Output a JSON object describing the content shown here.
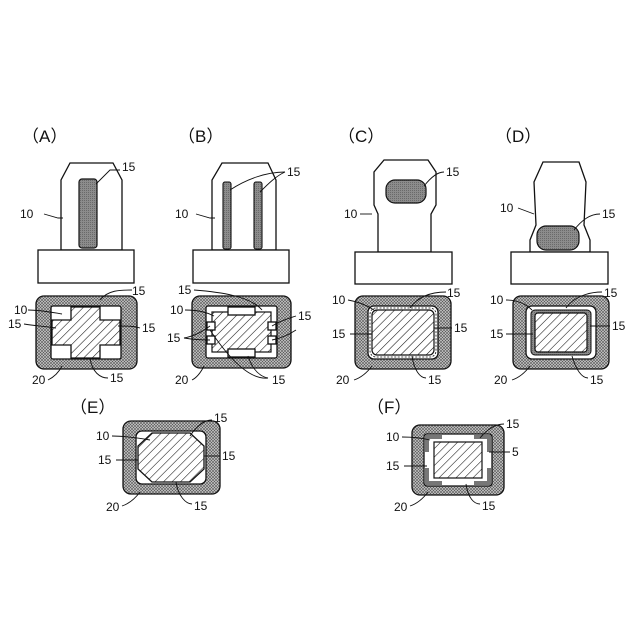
{
  "panels": {
    "A": {
      "title": "（A）",
      "top": {
        "l15": "15",
        "l10": "10"
      },
      "bottom": {
        "l15a": "15",
        "l15b": "15",
        "l15c": "15",
        "l15d": "15",
        "l10": "10",
        "l20": "20"
      }
    },
    "B": {
      "title": "（B）",
      "top": {
        "l15": "15",
        "l10": "10"
      },
      "bottom": {
        "l15a": "15",
        "l15b": "15",
        "l15c": "15",
        "l15d": "15",
        "l10": "10",
        "l20": "20"
      }
    },
    "C": {
      "title": "（C）",
      "top": {
        "l15": "15",
        "l10": "10"
      },
      "bottom": {
        "l15a": "15",
        "l15b": "15",
        "l15c": "15",
        "l15d": "15",
        "l10": "10",
        "l20": "20"
      }
    },
    "D": {
      "title": "（D）",
      "top": {
        "l15": "15",
        "l10": "10"
      },
      "bottom": {
        "l15a": "15",
        "l15b": "15",
        "l15c": "15",
        "l15d": "15",
        "l10": "10",
        "l20": "20"
      }
    },
    "E": {
      "title": "（E）",
      "bottom": {
        "l15a": "15",
        "l15b": "15",
        "l15c": "15",
        "l15d": "15",
        "l10": "10",
        "l20": "20"
      }
    },
    "F": {
      "title": "（F）",
      "bottom": {
        "l15a": "15",
        "l5": "5",
        "l15c": "15",
        "l15d": "15",
        "l10": "10",
        "l20": "20"
      }
    }
  }
}
